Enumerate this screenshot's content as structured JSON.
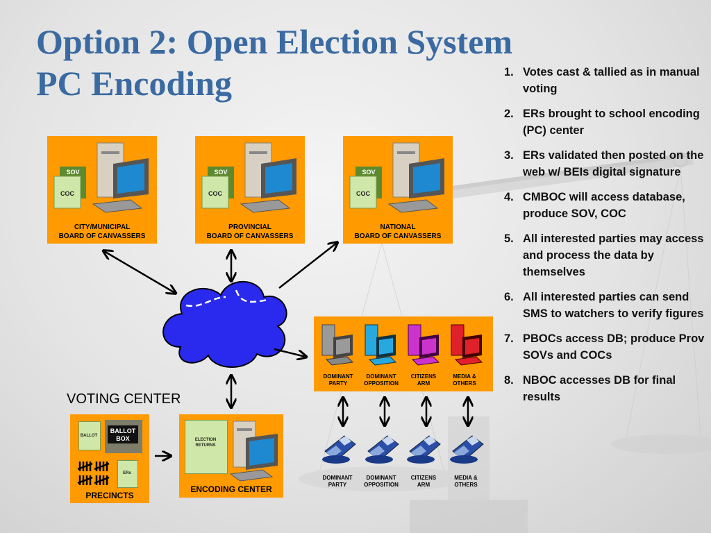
{
  "title": {
    "line1": "Option 2: Open Election System",
    "line2": "PC Encoding"
  },
  "steps": [
    {
      "n": "1.",
      "text": "Votes cast & tallied as in manual voting"
    },
    {
      "n": "2.",
      "text": "ERs brought to school encoding (PC) center"
    },
    {
      "n": "3.",
      "text": "ERs validated then posted on the web w/ BEIs digital signature"
    },
    {
      "n": "4.",
      "text": "CMBOC will access database, produce SOV, COC"
    },
    {
      "n": "5.",
      "text": "All interested parties may access and process the data by themselves"
    },
    {
      "n": "6.",
      "text": "All interested parties can send SMS to watchers to verify figures"
    },
    {
      "n": "7.",
      "text": "PBOCs access DB; produce Prov SOVs and COCs"
    },
    {
      "n": "8.",
      "text": "NBOC accesses DB for final results"
    }
  ],
  "boards": [
    {
      "line1": "CITY/MUNICIPAL",
      "line2": "BOARD OF CANVASSERS",
      "sov": "SOV",
      "coc": "COC"
    },
    {
      "line1": "PROVINCIAL",
      "line2": "BOARD OF CANVASSERS",
      "sov": "SOV",
      "coc": "COC"
    },
    {
      "line1": "NATIONAL",
      "line2": "BOARD OF CANVASSERS",
      "sov": "SOV",
      "coc": "COC"
    }
  ],
  "parties": [
    {
      "line1": "DOMINANT",
      "line2": "PARTY",
      "color": "#9a9a9a"
    },
    {
      "line1": "DOMINANT",
      "line2": "OPPOSITION",
      "color": "#27a9e0"
    },
    {
      "line1": "CITIZENS",
      "line2": "ARM",
      "color": "#cc33cc"
    },
    {
      "line1": "MEDIA &",
      "line2": "OTHERS",
      "color": "#e0202a"
    }
  ],
  "voting_center": "VOTING CENTER",
  "precincts": {
    "label": "PRECINCTS",
    "ballot": "BALLOT",
    "ballot_box_1": "BALLOT",
    "ballot_box_2": "BOX",
    "ers": "ERs"
  },
  "encoding": {
    "label": "ENCODING CENTER",
    "doc1": "ELECTION",
    "doc2": "RETURNS"
  },
  "colors": {
    "accent": "#ff9a00",
    "title": "#3a6aa1",
    "cloud": "#2a2aee"
  }
}
